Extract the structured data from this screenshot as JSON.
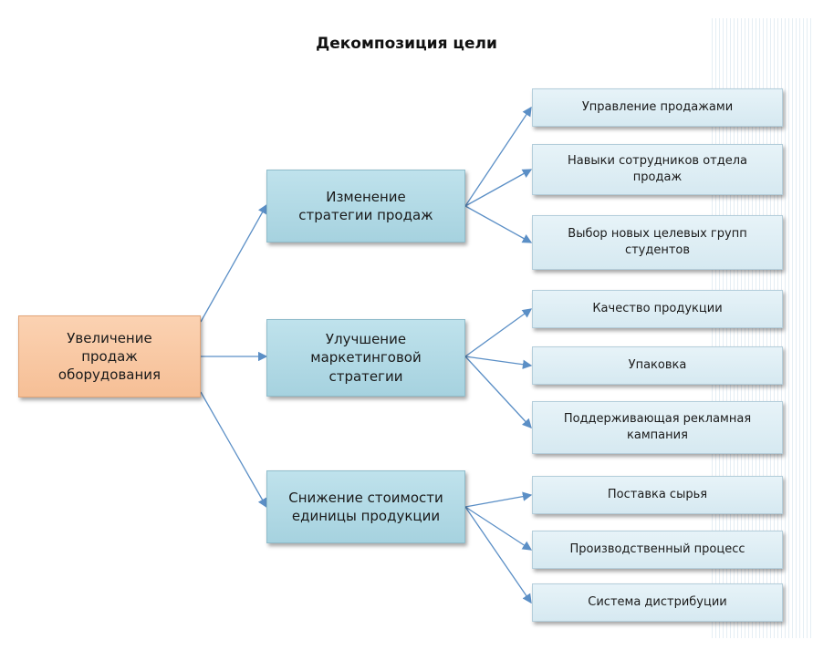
{
  "title": "Декомпозиция цели",
  "root": {
    "label": "Увеличение\nпродаж\nоборудования"
  },
  "branches": [
    {
      "label": "Изменение\nстратегии продаж",
      "children": [
        "Управление продажами",
        "Навыки сотрудников отдела\nпродаж",
        "Выбор новых целевых групп\nстудентов"
      ]
    },
    {
      "label": "Улучшение\nмаркетинговой\nстратегии",
      "children": [
        "Качество продукции",
        "Упаковка",
        "Поддерживающая рекламная\nкампания"
      ]
    },
    {
      "label": "Снижение стоимости\nединицы продукции",
      "children": [
        "Поставка сырья",
        "Производственный процесс",
        "Система дистрибуции"
      ]
    }
  ],
  "colors": {
    "root_fill": "#f6bf96",
    "branch_fill": "#a6d2df",
    "leaf_fill": "#d6e9f1",
    "connector": "#5b8fc6"
  }
}
